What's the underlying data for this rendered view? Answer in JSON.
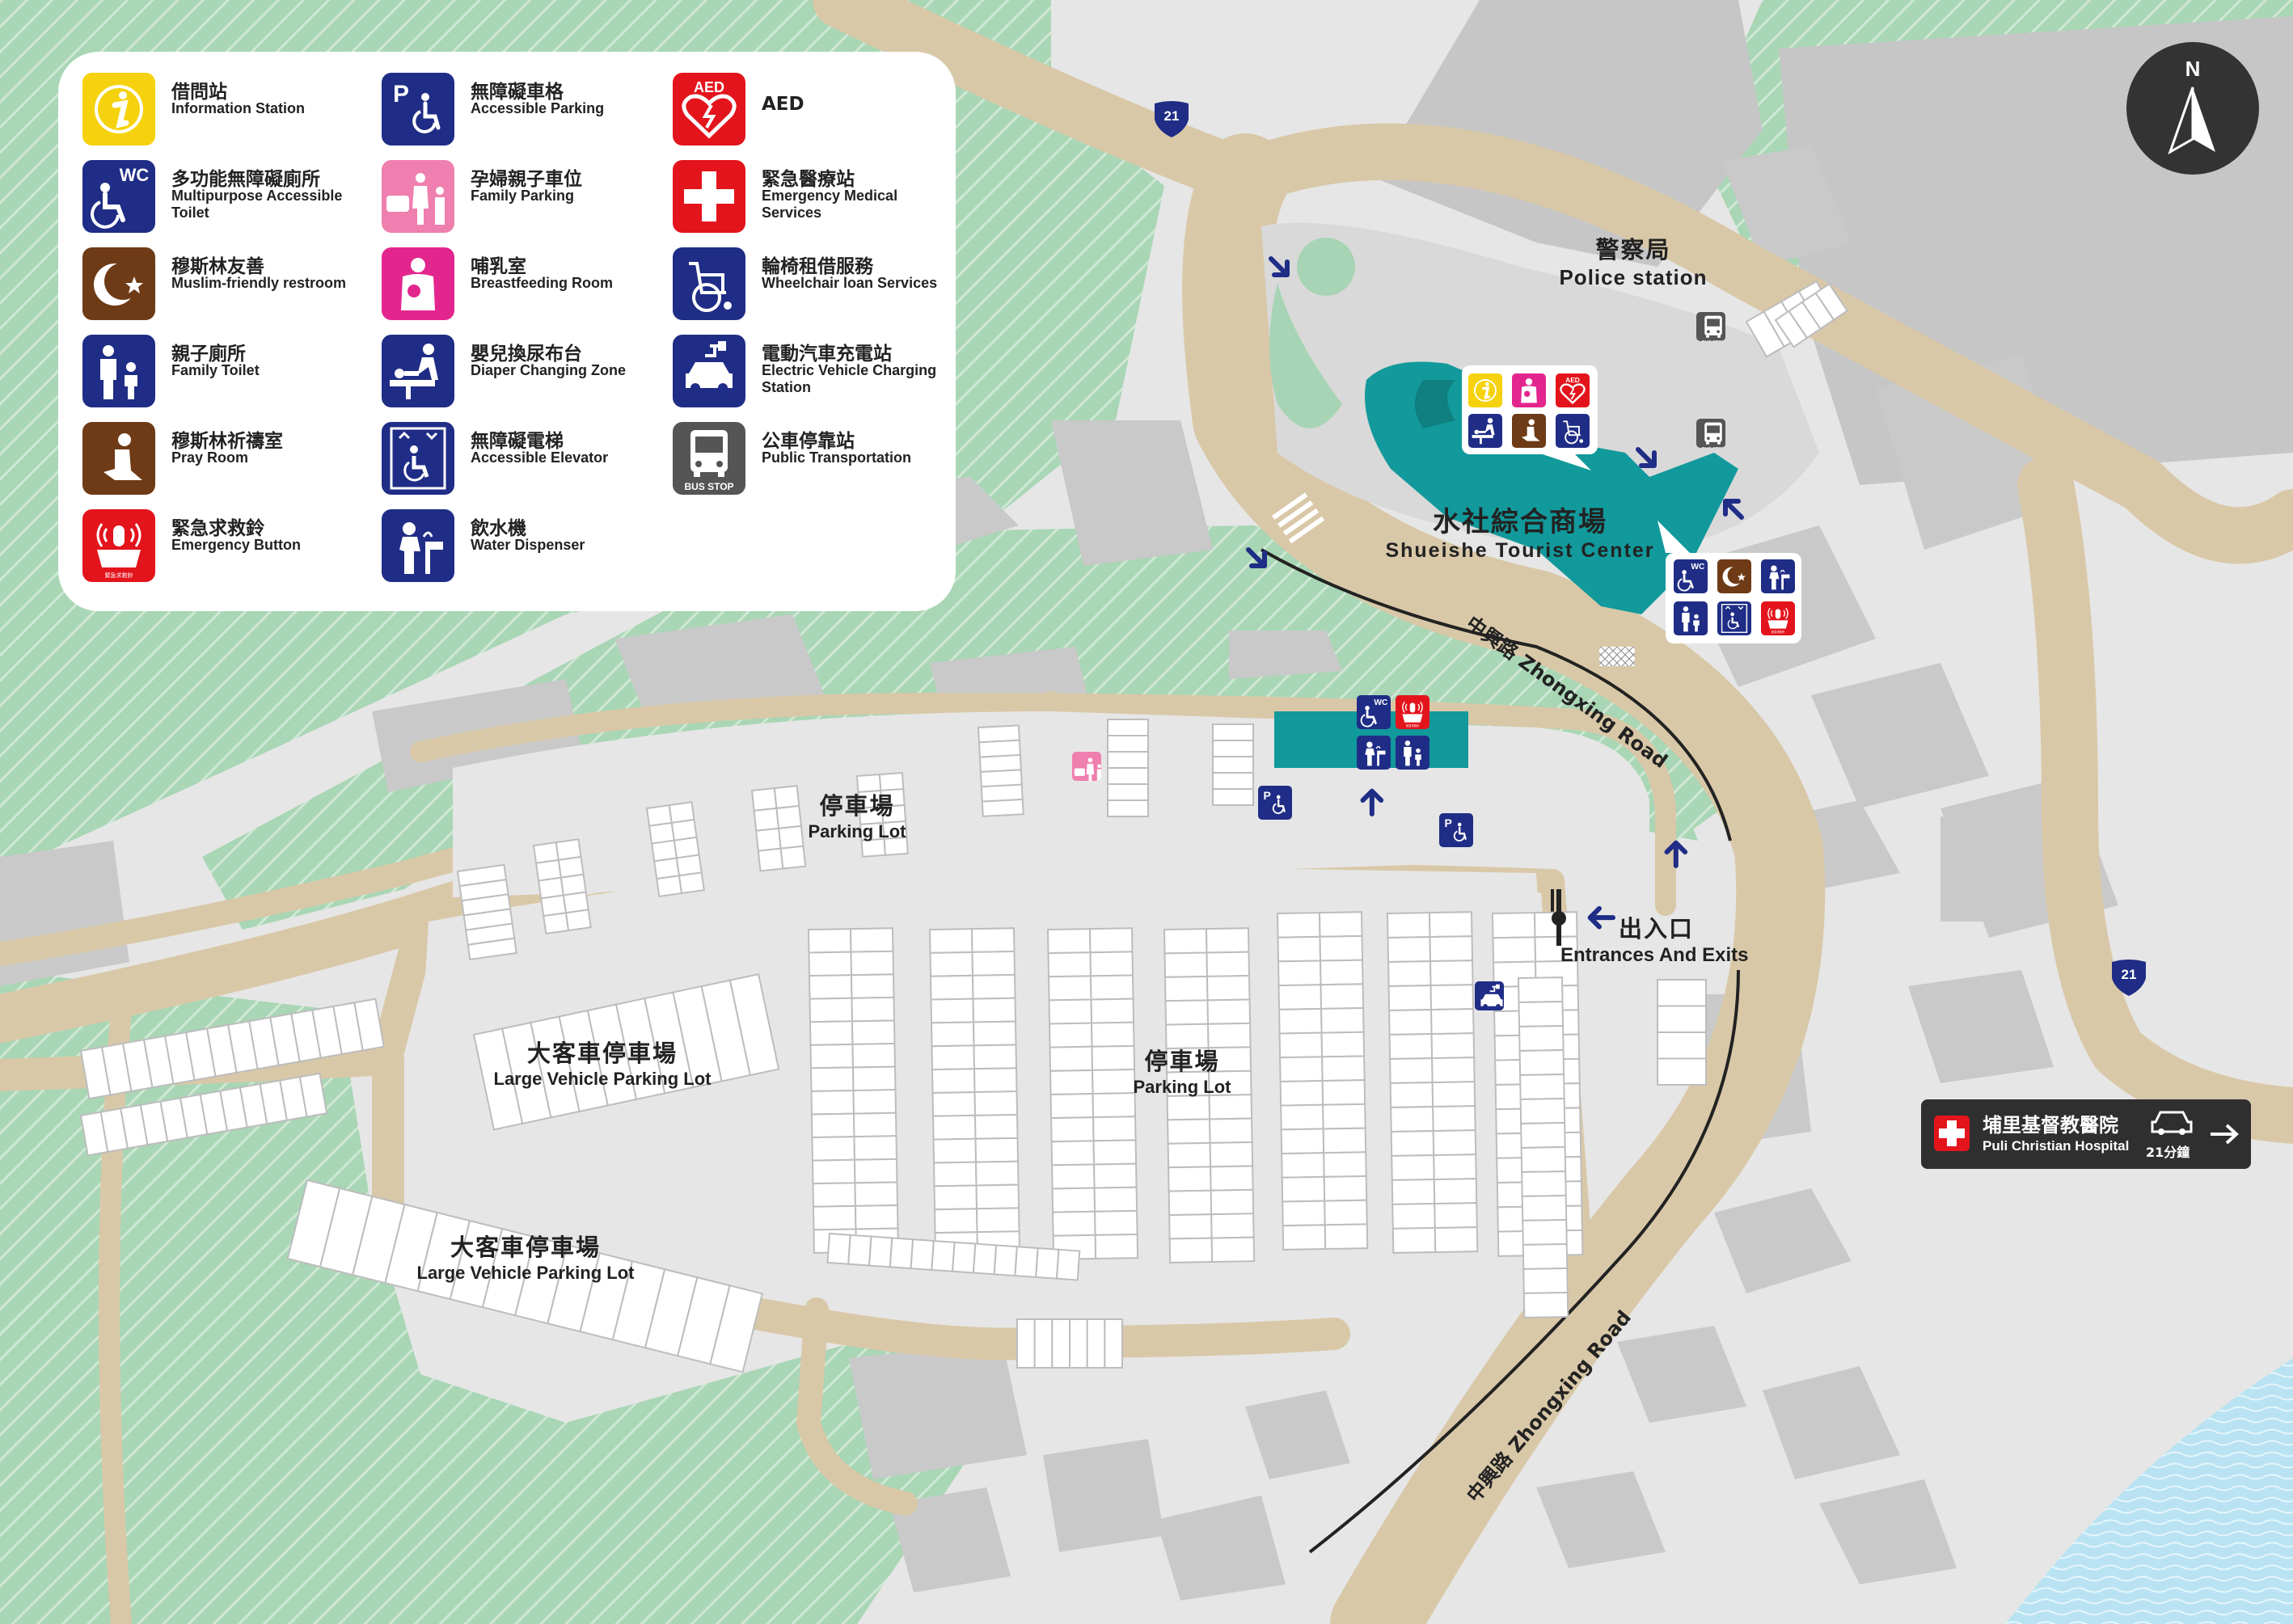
{
  "legend": {
    "items": [
      {
        "id": "info",
        "zh": "借問站",
        "en": "Information Station",
        "color": "#f5d20d",
        "icon": "info-icon"
      },
      {
        "id": "wc",
        "zh": "多功能無障礙廁所",
        "en": "Multipurpose Accessible Toilet",
        "color": "#1f2d86",
        "icon": "accessible-toilet-icon"
      },
      {
        "id": "muslim",
        "zh": "穆斯林友善",
        "en": "Muslim-friendly restroom",
        "color": "#6e3b16",
        "icon": "crescent-star-icon"
      },
      {
        "id": "family",
        "zh": "親子廁所",
        "en": "Family Toilet",
        "color": "#1f2d86",
        "icon": "family-toilet-icon"
      },
      {
        "id": "pray",
        "zh": "穆斯林祈禱室",
        "en": "Pray Room",
        "color": "#6e3b16",
        "icon": "pray-room-icon"
      },
      {
        "id": "emergency",
        "zh": "緊急求救鈴",
        "en": "Emergency Button",
        "color": "#e3141c",
        "icon": "emergency-button-icon"
      },
      {
        "id": "accpark",
        "zh": "無障礙車格",
        "en": "Accessible Parking",
        "color": "#1f2d86",
        "icon": "accessible-parking-icon"
      },
      {
        "id": "famparking",
        "zh": "孕婦親子車位",
        "en": "Family Parking",
        "color": "#ef7fae",
        "icon": "family-parking-icon"
      },
      {
        "id": "breast",
        "zh": "哺乳室",
        "en": "Breastfeeding Room",
        "color": "#e3268e",
        "icon": "breastfeeding-icon"
      },
      {
        "id": "diaper",
        "zh": "嬰兒換尿布台",
        "en": "Diaper Changing Zone",
        "color": "#1f2d86",
        "icon": "diaper-changing-icon"
      },
      {
        "id": "elevator",
        "zh": "無障礙電梯",
        "en": "Accessible Elevator",
        "color": "#1f2d86",
        "icon": "accessible-elevator-icon"
      },
      {
        "id": "water",
        "zh": "飲水機",
        "en": "Water Dispenser",
        "color": "#1f2d86",
        "icon": "water-dispenser-icon"
      },
      {
        "id": "aed",
        "zh": "AED",
        "en": "",
        "color": "#e3141c",
        "icon": "aed-icon"
      },
      {
        "id": "medical",
        "zh": "緊急醫療站",
        "en": "Emergency Medical Services",
        "color": "#e3141c",
        "icon": "medical-cross-icon"
      },
      {
        "id": "wheelchair",
        "zh": "輪椅租借服務",
        "en": "Wheelchair loan Services",
        "color": "#1f2d86",
        "icon": "wheelchair-icon"
      },
      {
        "id": "ev",
        "zh": "電動汽車充電站",
        "en": "Electric Vehicle Charging Station",
        "color": "#1f2d86",
        "icon": "ev-charging-icon"
      },
      {
        "id": "bus",
        "zh": "公車停靠站",
        "en": "Public Transportation",
        "color": "#555555",
        "icon": "bus-stop-icon"
      }
    ]
  },
  "icon_text": {
    "wc": "WC",
    "aed": "AED",
    "bus_stop": "BUS STOP",
    "emergency": "緊急求救鈴",
    "emergency_en": "Emergency Button"
  },
  "compass": {
    "label": "N"
  },
  "route_number": "21",
  "labels": {
    "police_zh": "警察局",
    "police_en": "Police station",
    "center_zh": "水社綜合商場",
    "center_en": "Shueishe Tourist Center",
    "parking1_zh": "停車場",
    "parking1_en": "Parking Lot",
    "parking2_zh": "停車場",
    "parking2_en": "Parking Lot",
    "large1_zh": "大客車停車場",
    "large1_en": "Large Vehicle Parking Lot",
    "large2_zh": "大客車停車場",
    "large2_en": "Large Vehicle Parking Lot",
    "entrance_zh": "出入口",
    "entrance_en": "Entrances And Exits",
    "road1": "中興路 Zhongxing Road",
    "road2": "中興路 Zhongxing Road"
  },
  "hospital": {
    "zh": "埔里基督教醫院",
    "en": "Puli Christian Hospital",
    "time": "21分鐘"
  },
  "colors": {
    "grass": "#a7d4b4",
    "road": "#d9c8a8",
    "building": "#c9c9c9",
    "lot": "#e6e6e6",
    "water": "#b9e3f2",
    "teal": "#12999b",
    "navy": "#1f2d86",
    "red": "#e3141c"
  }
}
